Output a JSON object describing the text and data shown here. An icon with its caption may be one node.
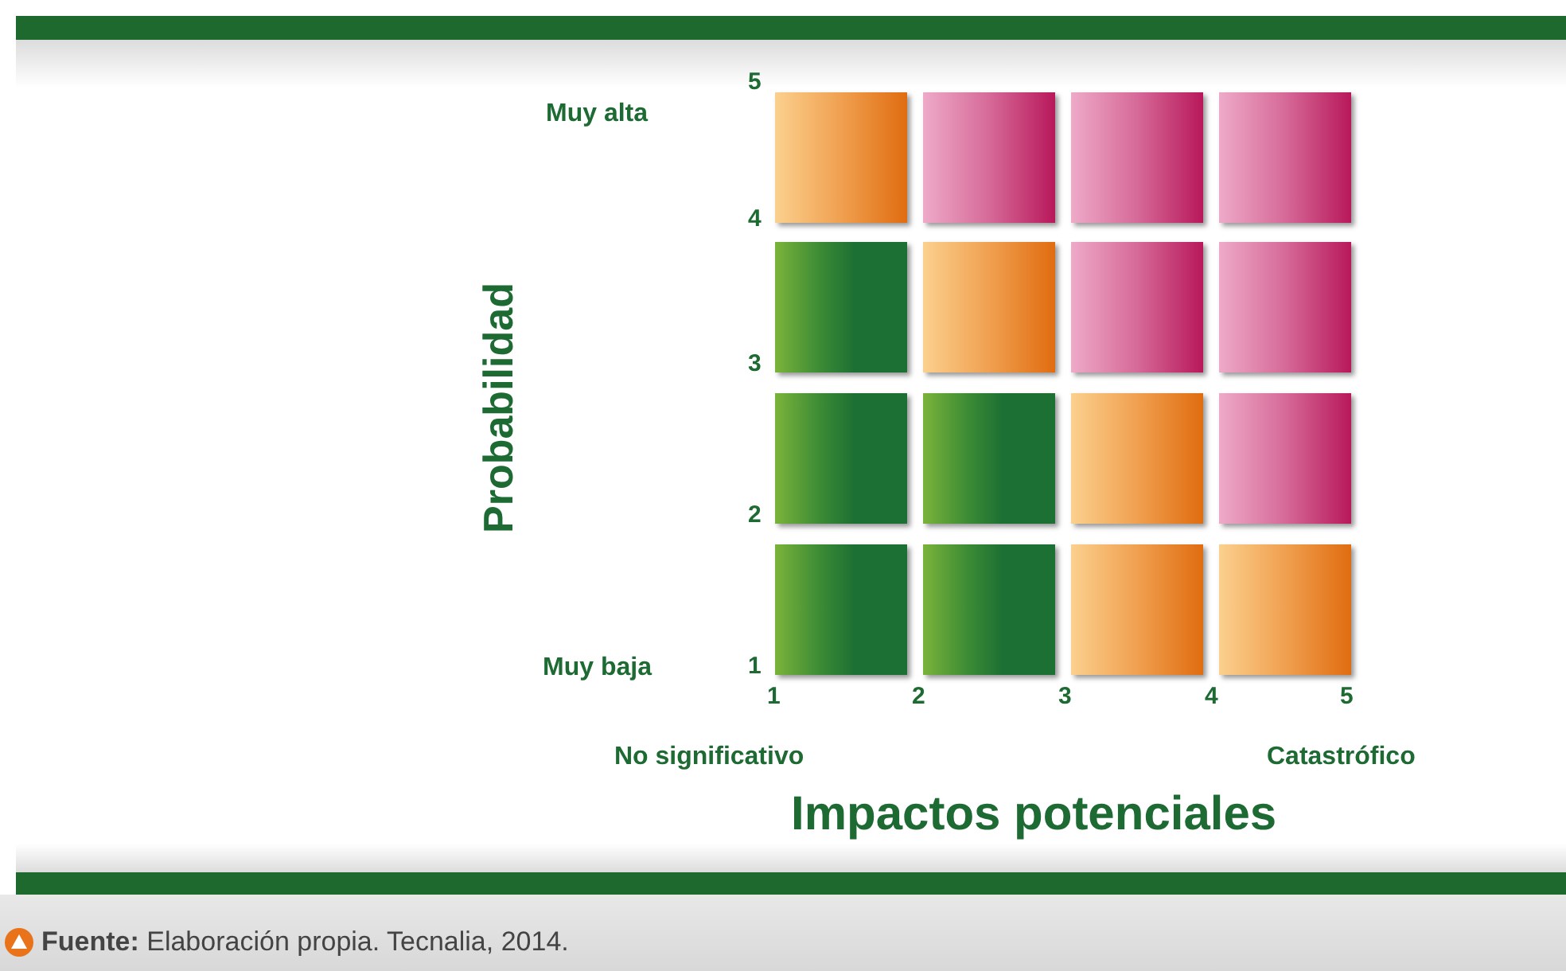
{
  "diagram": {
    "caption": "**Fuente:** Elaboración propia. Tecnalia, 2014.",
    "labels": [
      "5",
      "Muy alta",
      "4",
      "Probabilidad",
      "3",
      "2",
      "Muy baja",
      "1",
      "1",
      "2",
      "3",
      "4",
      "5",
      "No significativo",
      "Catastrófico",
      "Impactos potenciales"
    ]
  }
}
